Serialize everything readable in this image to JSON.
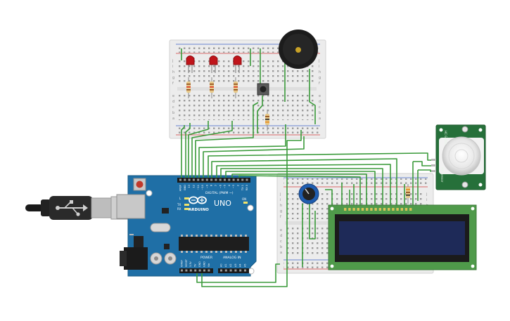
{
  "arduino": {
    "brand": "ARDUINO",
    "model": "UNO",
    "digital_label": "DIGITAL (PWM ~)",
    "power_label": "POWER",
    "analog_label": "ANALOG IN",
    "tx_label": "TX",
    "rx_label": "RX",
    "l_label": "L",
    "on_label": "ON",
    "digital_pins": [
      "AREF",
      "GND",
      "13",
      "12",
      "~11",
      "~10",
      "~9",
      "8",
      "7",
      "~6",
      "~5",
      "4",
      "~3",
      "2",
      "TX 1",
      "RX 0"
    ],
    "power_pins": [
      "IOREF",
      "RESET",
      "3.3V",
      "5V",
      "GND",
      "GND",
      "Vin"
    ],
    "analog_pins": [
      "A0",
      "A1",
      "A2",
      "A3",
      "A4",
      "A5"
    ]
  },
  "breadboard_top": {
    "row_letters_top": [
      "j",
      "i",
      "h",
      "g",
      "f"
    ],
    "row_letters_bottom": [
      "e",
      "d",
      "c",
      "b",
      "a"
    ]
  },
  "breadboard_bottom": {
    "row_letters_top": [
      "j",
      "i",
      "h",
      "g",
      "f"
    ],
    "row_letters_bottom": [
      "e",
      "d",
      "c",
      "b",
      "a"
    ]
  },
  "pir_sensor": {
    "label_top": "HC-SR501",
    "label_bottom": "PIR Sensor"
  },
  "colors": {
    "wire": "#3a9a3a",
    "arduino_board": "#1f6fa6",
    "breadboard": "#ececec",
    "led": "#c0141a",
    "lcd_pcb": "#4f9a4a",
    "lcd_screen": "#1e2a58",
    "pir_pcb": "#26703a",
    "rail_red": "#d23b3b",
    "rail_blue": "#3b62c8"
  }
}
